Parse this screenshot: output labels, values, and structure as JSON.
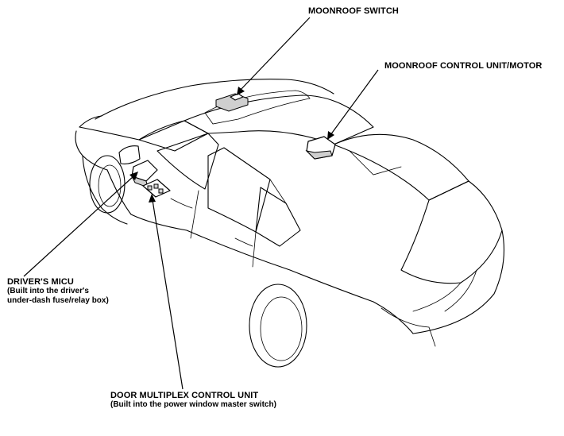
{
  "labels": {
    "moonroof_switch": "MOONROOF SWITCH",
    "moonroof_control_unit": "MOONROOF CONTROL UNIT/MOTOR",
    "drivers_micu": {
      "title": "DRIVER'S MICU",
      "note_line1": "(Built into the driver's",
      "note_line2": "under-dash fuse/relay box)"
    },
    "door_multiplex": {
      "title": "DOOR MULTIPLEX CONTROL UNIT",
      "note": "(Built into the power window master switch)"
    }
  }
}
